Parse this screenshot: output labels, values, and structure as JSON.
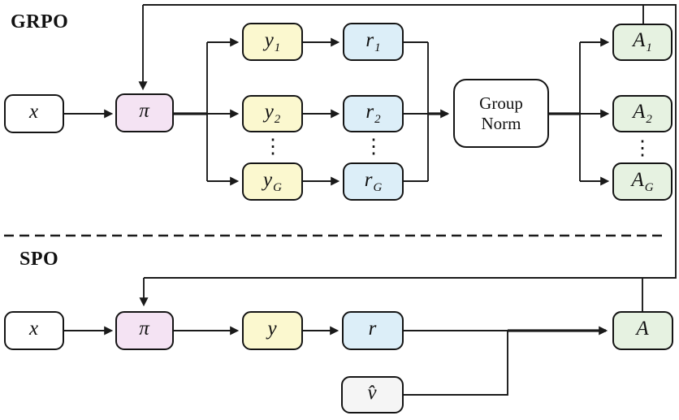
{
  "figure": {
    "kind": "flow-diagram comparison of GRPO and SPO pipelines"
  },
  "palette": {
    "policy_pink": "#F4E3F3",
    "sample_yellow": "#FBF8CF",
    "reward_blue": "#DCEEF8",
    "advantage_green": "#E6F2E1",
    "value_gray": "#F5F5F5",
    "box_border": "#141414",
    "line_color": "#1a1a1a",
    "background": "#FFFFFF"
  },
  "grpo": {
    "title": "GRPO",
    "ellipsis": "⋮",
    "nodes": {
      "x": {
        "base": "x",
        "sub": ""
      },
      "pi": {
        "base": "π",
        "sub": ""
      },
      "y1": {
        "base": "y",
        "sub": "1"
      },
      "y2": {
        "base": "y",
        "sub": "2"
      },
      "yG": {
        "base": "y",
        "sub": "G"
      },
      "r1": {
        "base": "r",
        "sub": "1"
      },
      "r2": {
        "base": "r",
        "sub": "2"
      },
      "rG": {
        "base": "r",
        "sub": "G"
      },
      "group_norm": {
        "line1": "Group",
        "line2": "Norm"
      },
      "A1": {
        "base": "A",
        "sub": "1"
      },
      "A2": {
        "base": "A",
        "sub": "2"
      },
      "AG": {
        "base": "A",
        "sub": "G"
      }
    }
  },
  "spo": {
    "title": "SPO",
    "nodes": {
      "x": {
        "base": "x",
        "sub": ""
      },
      "pi": {
        "base": "π",
        "sub": ""
      },
      "y": {
        "base": "y",
        "sub": ""
      },
      "r": {
        "base": "r",
        "sub": ""
      },
      "vhat": {
        "base": "v̂",
        "sub": ""
      },
      "A": {
        "base": "A",
        "sub": ""
      }
    }
  }
}
